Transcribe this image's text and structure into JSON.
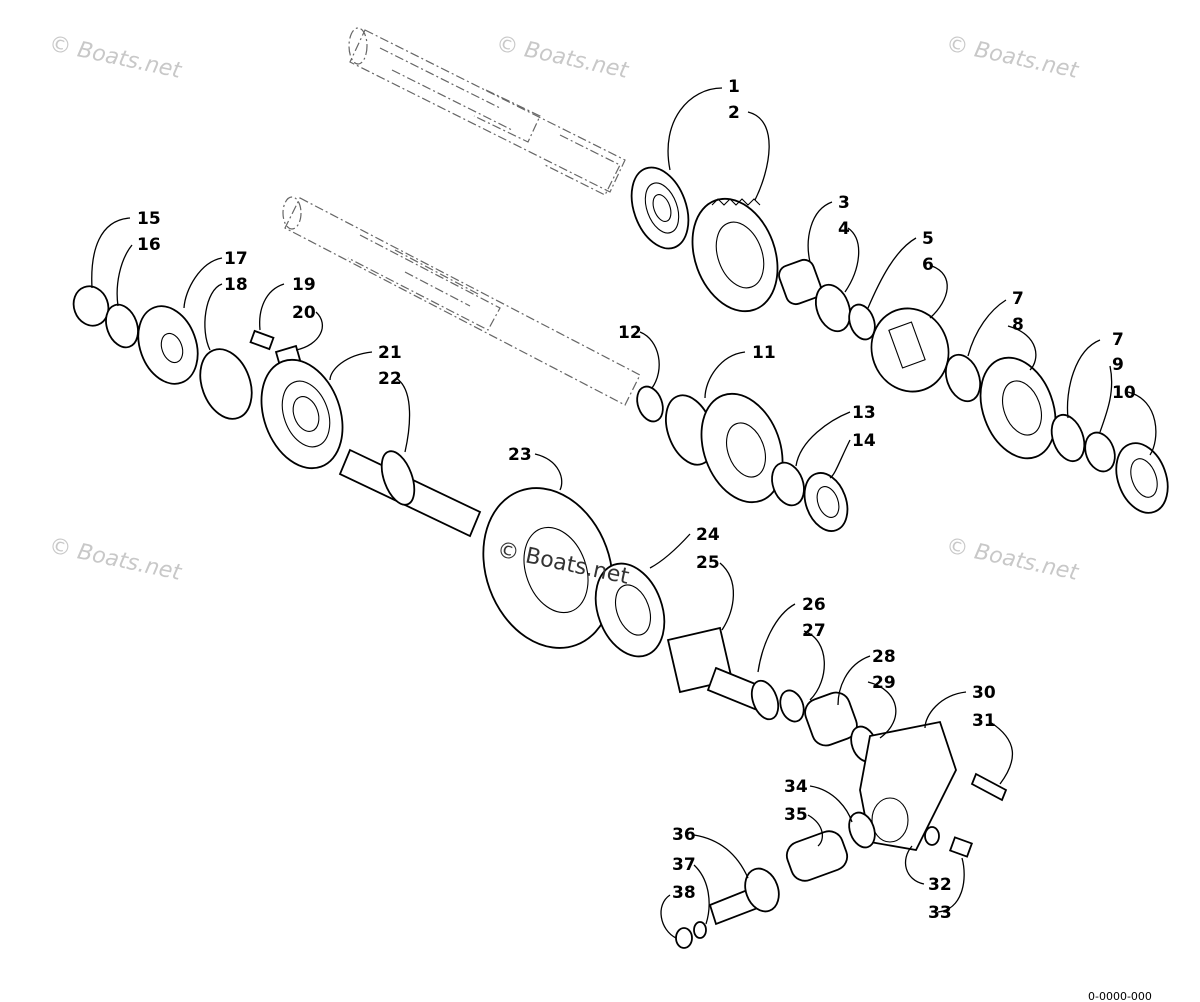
{
  "watermark": {
    "text": "© Boats.net",
    "center_text": "© Boats.net"
  },
  "drawing_number": "0-0000-000",
  "callouts": [
    "1",
    "2",
    "3",
    "4",
    "5",
    "6",
    "7",
    "8",
    "7",
    "9",
    "10",
    "11",
    "12",
    "13",
    "14",
    "15",
    "16",
    "17",
    "18",
    "19",
    "20",
    "21",
    "22",
    "23",
    "24",
    "25",
    "26",
    "27",
    "28",
    "29",
    "30",
    "31",
    "32",
    "33",
    "34",
    "35",
    "36",
    "37",
    "38"
  ]
}
